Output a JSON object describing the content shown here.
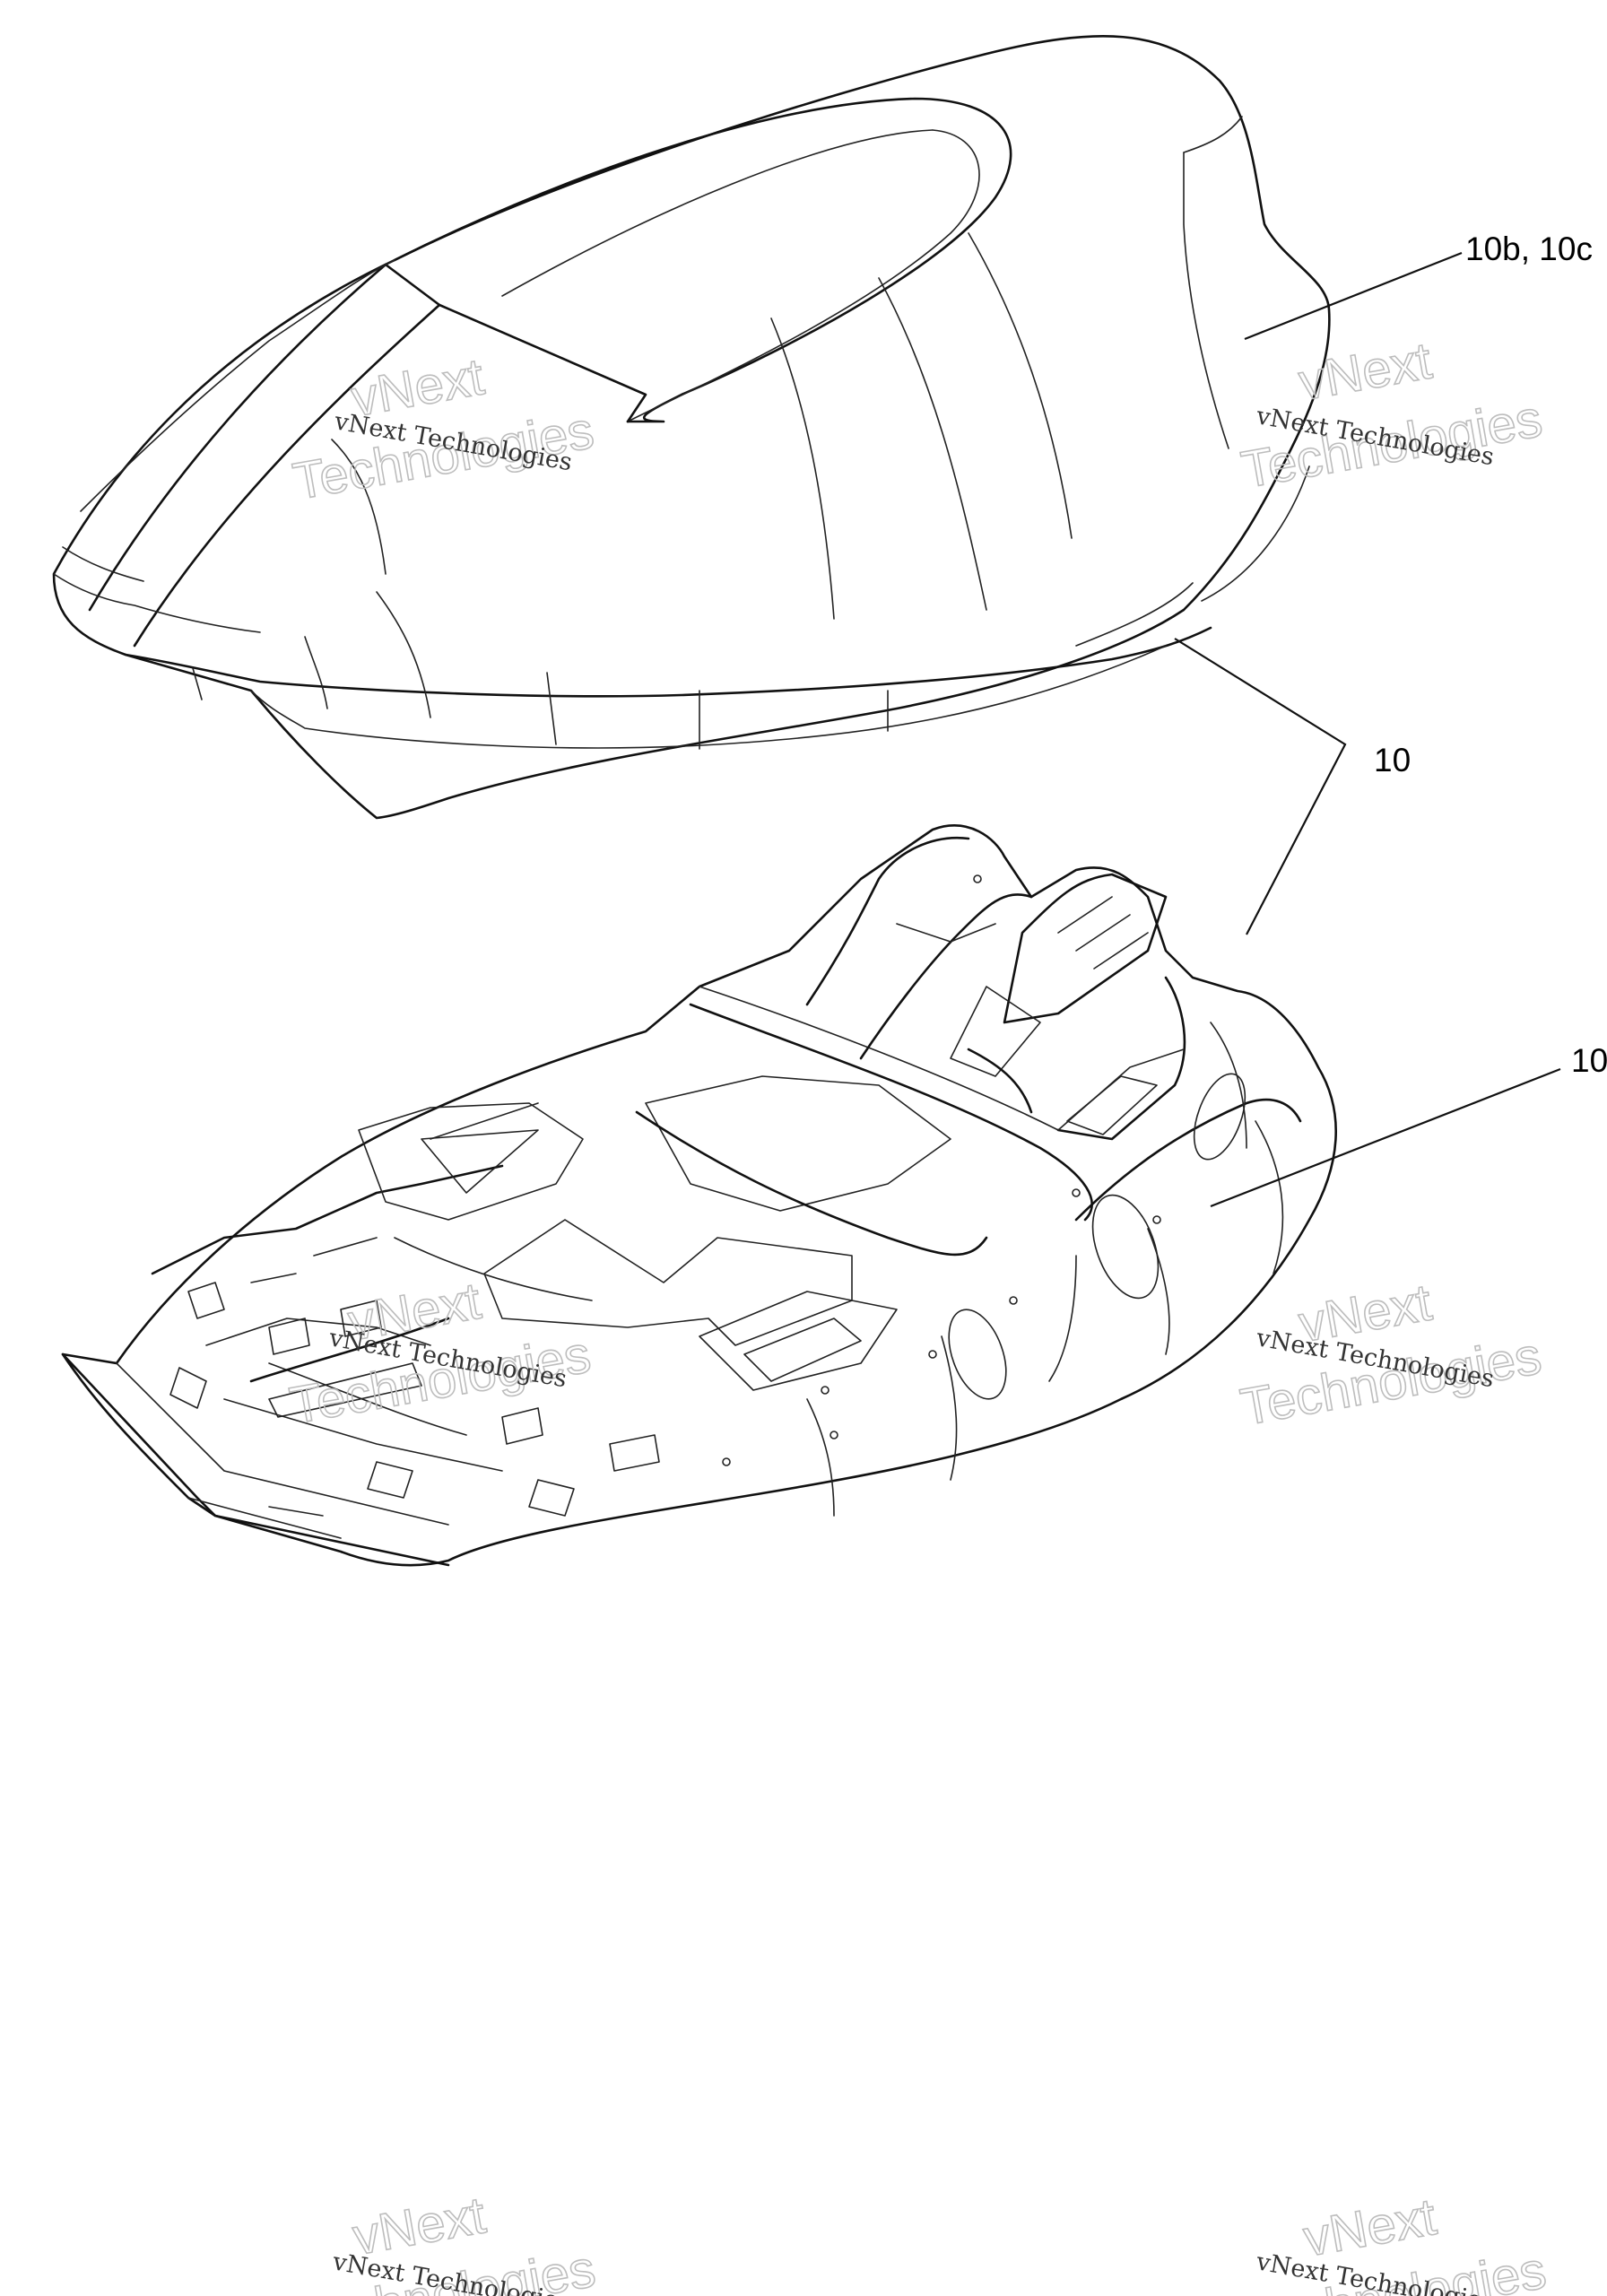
{
  "callouts": {
    "seat_cover": "10b, 10c",
    "seat_assembly": "10",
    "seat_base": "10"
  },
  "watermark": {
    "line1": "vNext",
    "line2": "Technologies",
    "small": "vNext Technologies"
  }
}
